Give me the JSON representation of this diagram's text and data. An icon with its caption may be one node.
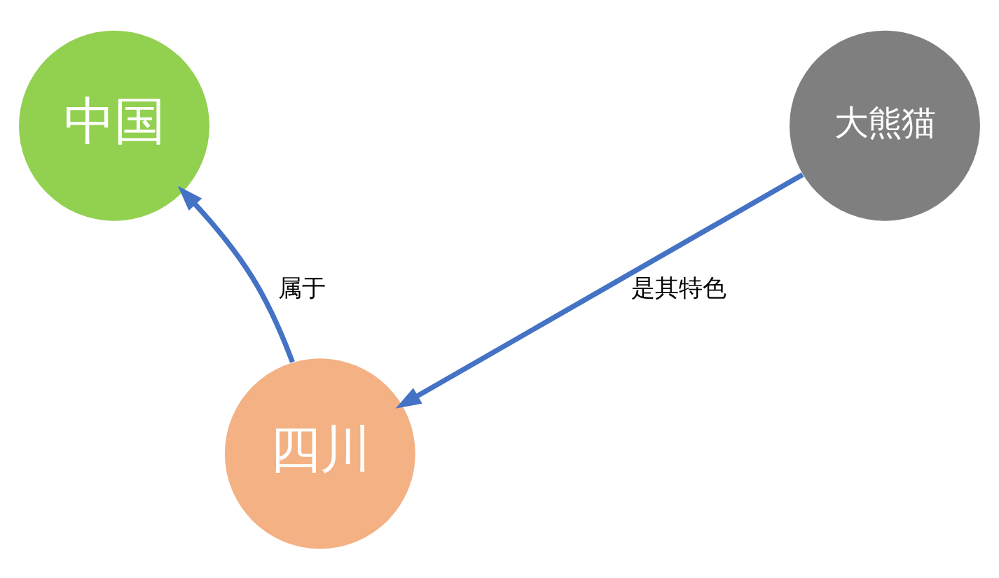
{
  "diagram": {
    "nodes": [
      {
        "text": [
          "中国"
        ]
      },
      {
        "text": [
          "大熊猫"
        ]
      },
      {
        "text": [
          "四川"
        ]
      }
    ],
    "edges": [
      {
        "from": 2,
        "to": 0,
        "arrow": "to",
        "label": "属于"
      },
      {
        "from": 1,
        "to": 2,
        "arrow": "to",
        "label": "是其特色"
      }
    ]
  }
}
